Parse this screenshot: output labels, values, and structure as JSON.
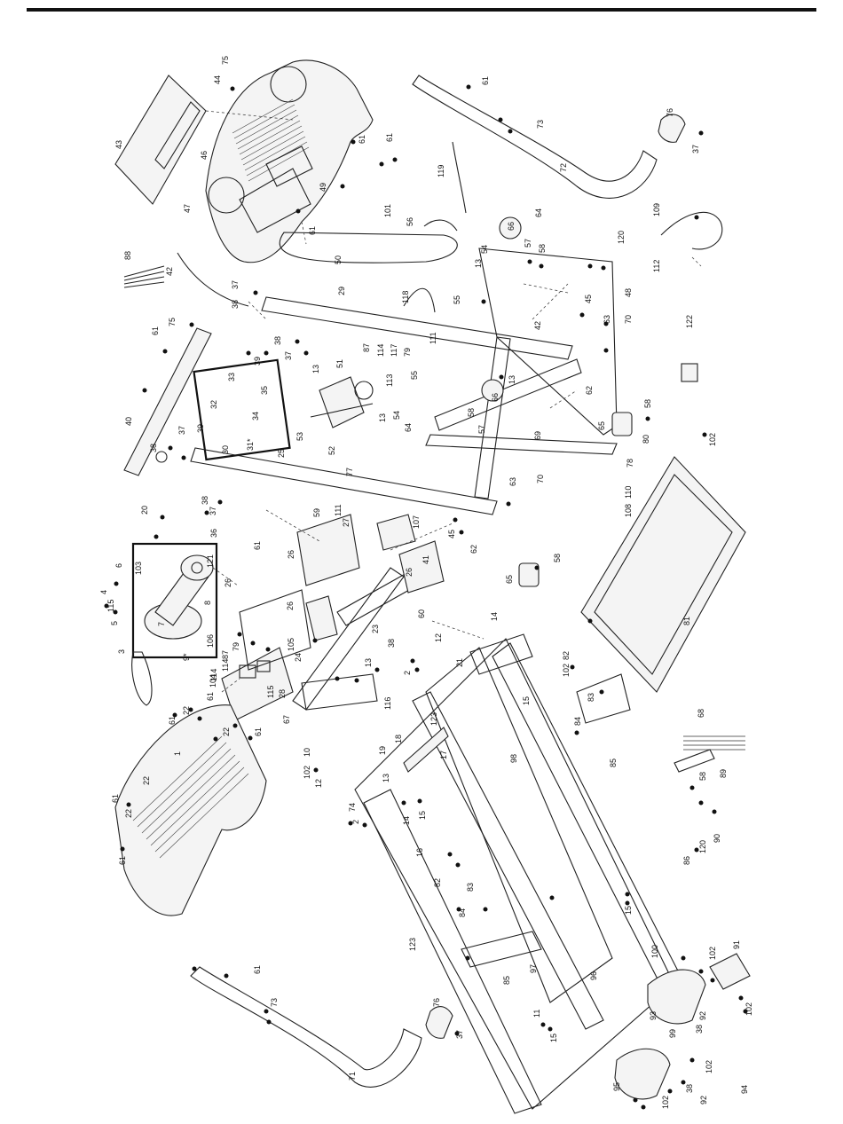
{
  "diagram": {
    "orientation": "rotated-90",
    "callouts": [
      {
        "id": "c1",
        "text": "1"
      },
      {
        "id": "c2a",
        "text": "2"
      },
      {
        "id": "c2b",
        "text": "2"
      },
      {
        "id": "c3",
        "text": "3"
      },
      {
        "id": "c4",
        "text": "4"
      },
      {
        "id": "c5",
        "text": "5"
      },
      {
        "id": "c6",
        "text": "6"
      },
      {
        "id": "c7",
        "text": "7"
      },
      {
        "id": "c8",
        "text": "8"
      },
      {
        "id": "c9",
        "text": "9*"
      },
      {
        "id": "c10",
        "text": "10"
      },
      {
        "id": "c11",
        "text": "11"
      },
      {
        "id": "c12a",
        "text": "12"
      },
      {
        "id": "c12b",
        "text": "12"
      },
      {
        "id": "c13a",
        "text": "13"
      },
      {
        "id": "c13b",
        "text": "13"
      },
      {
        "id": "c13c",
        "text": "13"
      },
      {
        "id": "c13d",
        "text": "13"
      },
      {
        "id": "c13e",
        "text": "13"
      },
      {
        "id": "c13f",
        "text": "13"
      },
      {
        "id": "c14a",
        "text": "14"
      },
      {
        "id": "c14b",
        "text": "14"
      },
      {
        "id": "c15a",
        "text": "15"
      },
      {
        "id": "c15b",
        "text": "15"
      },
      {
        "id": "c15c",
        "text": "15"
      },
      {
        "id": "c15d",
        "text": "15"
      },
      {
        "id": "c16",
        "text": "16"
      },
      {
        "id": "c17",
        "text": "17"
      },
      {
        "id": "c18",
        "text": "18"
      },
      {
        "id": "c19",
        "text": "19"
      },
      {
        "id": "c20",
        "text": "20"
      },
      {
        "id": "c21",
        "text": "21"
      },
      {
        "id": "c22a",
        "text": "22"
      },
      {
        "id": "c22b",
        "text": "22"
      },
      {
        "id": "c22c",
        "text": "22"
      },
      {
        "id": "c22d",
        "text": "22"
      },
      {
        "id": "c23",
        "text": "23"
      },
      {
        "id": "c24",
        "text": "24"
      },
      {
        "id": "c25",
        "text": "25"
      },
      {
        "id": "c26a",
        "text": "26"
      },
      {
        "id": "c26b",
        "text": "26"
      },
      {
        "id": "c26c",
        "text": "26"
      },
      {
        "id": "c26d",
        "text": "26"
      },
      {
        "id": "c27",
        "text": "27"
      },
      {
        "id": "c28",
        "text": "28"
      },
      {
        "id": "c29",
        "text": "29"
      },
      {
        "id": "c30",
        "text": "30"
      },
      {
        "id": "c31",
        "text": "31*"
      },
      {
        "id": "c32",
        "text": "32"
      },
      {
        "id": "c33",
        "text": "33"
      },
      {
        "id": "c34",
        "text": "34"
      },
      {
        "id": "c35",
        "text": "35"
      },
      {
        "id": "c36",
        "text": "36"
      },
      {
        "id": "c37a",
        "text": "37"
      },
      {
        "id": "c37b",
        "text": "37"
      },
      {
        "id": "c37c",
        "text": "37"
      },
      {
        "id": "c37d",
        "text": "37"
      },
      {
        "id": "c37e",
        "text": "37"
      },
      {
        "id": "c37f",
        "text": "37"
      },
      {
        "id": "c38a",
        "text": "38"
      },
      {
        "id": "c38b",
        "text": "38"
      },
      {
        "id": "c38c",
        "text": "38"
      },
      {
        "id": "c38d",
        "text": "38"
      },
      {
        "id": "c38e",
        "text": "38"
      },
      {
        "id": "c38f",
        "text": "38"
      },
      {
        "id": "c38g",
        "text": "38"
      },
      {
        "id": "c39a",
        "text": "39"
      },
      {
        "id": "c39b",
        "text": "39"
      },
      {
        "id": "c40",
        "text": "40"
      },
      {
        "id": "c41",
        "text": "41"
      },
      {
        "id": "c42a",
        "text": "42"
      },
      {
        "id": "c42b",
        "text": "42"
      },
      {
        "id": "c43",
        "text": "43"
      },
      {
        "id": "c44",
        "text": "44"
      },
      {
        "id": "c45a",
        "text": "45"
      },
      {
        "id": "c45b",
        "text": "45"
      },
      {
        "id": "c46",
        "text": "46"
      },
      {
        "id": "c47",
        "text": "47"
      },
      {
        "id": "c48",
        "text": "48"
      },
      {
        "id": "c49",
        "text": "49"
      },
      {
        "id": "c50",
        "text": "50"
      },
      {
        "id": "c51",
        "text": "51"
      },
      {
        "id": "c52",
        "text": "52"
      },
      {
        "id": "c53",
        "text": "53"
      },
      {
        "id": "c54a",
        "text": "54"
      },
      {
        "id": "c54b",
        "text": "54"
      },
      {
        "id": "c55a",
        "text": "55"
      },
      {
        "id": "c55b",
        "text": "55"
      },
      {
        "id": "c56",
        "text": "56"
      },
      {
        "id": "c57a",
        "text": "57"
      },
      {
        "id": "c57b",
        "text": "57"
      },
      {
        "id": "c58a",
        "text": "58"
      },
      {
        "id": "c58b",
        "text": "58"
      },
      {
        "id": "c58c",
        "text": "58"
      },
      {
        "id": "c58d",
        "text": "58"
      },
      {
        "id": "c58e",
        "text": "58"
      },
      {
        "id": "c59",
        "text": "59"
      },
      {
        "id": "c60",
        "text": "60"
      },
      {
        "id": "c61a",
        "text": "61"
      },
      {
        "id": "c61b",
        "text": "61"
      },
      {
        "id": "c61c",
        "text": "61"
      },
      {
        "id": "c61d",
        "text": "61"
      },
      {
        "id": "c61e",
        "text": "61"
      },
      {
        "id": "c61f",
        "text": "61"
      },
      {
        "id": "c61g",
        "text": "61"
      },
      {
        "id": "c61h",
        "text": "61"
      },
      {
        "id": "c61i",
        "text": "61"
      },
      {
        "id": "c61j",
        "text": "61"
      },
      {
        "id": "c61k",
        "text": "61"
      },
      {
        "id": "c61l",
        "text": "61"
      },
      {
        "id": "c62a",
        "text": "62"
      },
      {
        "id": "c62b",
        "text": "62"
      },
      {
        "id": "c63a",
        "text": "63"
      },
      {
        "id": "c63b",
        "text": "63"
      },
      {
        "id": "c64a",
        "text": "64"
      },
      {
        "id": "c64b",
        "text": "64"
      },
      {
        "id": "c65a",
        "text": "65"
      },
      {
        "id": "c65b",
        "text": "65"
      },
      {
        "id": "c66a",
        "text": "66"
      },
      {
        "id": "c66b",
        "text": "66"
      },
      {
        "id": "c67",
        "text": "67"
      },
      {
        "id": "c68",
        "text": "68"
      },
      {
        "id": "c69",
        "text": "69"
      },
      {
        "id": "c70a",
        "text": "70"
      },
      {
        "id": "c70b",
        "text": "70"
      },
      {
        "id": "c71",
        "text": "71"
      },
      {
        "id": "c72",
        "text": "72"
      },
      {
        "id": "c73a",
        "text": "73"
      },
      {
        "id": "c73b",
        "text": "73"
      },
      {
        "id": "c74",
        "text": "74"
      },
      {
        "id": "c75a",
        "text": "75"
      },
      {
        "id": "c75b",
        "text": "75"
      },
      {
        "id": "c76a",
        "text": "76"
      },
      {
        "id": "c76b",
        "text": "76"
      },
      {
        "id": "c77",
        "text": "77"
      },
      {
        "id": "c78",
        "text": "78"
      },
      {
        "id": "c79a",
        "text": "79"
      },
      {
        "id": "c79b",
        "text": "79"
      },
      {
        "id": "c80",
        "text": "80"
      },
      {
        "id": "c81",
        "text": "81"
      },
      {
        "id": "c82a",
        "text": "82"
      },
      {
        "id": "c82b",
        "text": "82"
      },
      {
        "id": "c83a",
        "text": "83"
      },
      {
        "id": "c83b",
        "text": "83"
      },
      {
        "id": "c84a",
        "text": "84"
      },
      {
        "id": "c84b",
        "text": "84"
      },
      {
        "id": "c85a",
        "text": "85"
      },
      {
        "id": "c85b",
        "text": "85"
      },
      {
        "id": "c86",
        "text": "86"
      },
      {
        "id": "c87a",
        "text": "87"
      },
      {
        "id": "c87b",
        "text": "87"
      },
      {
        "id": "c88",
        "text": "88"
      },
      {
        "id": "c89",
        "text": "89"
      },
      {
        "id": "c90",
        "text": "90"
      },
      {
        "id": "c91",
        "text": "91"
      },
      {
        "id": "c92a",
        "text": "92"
      },
      {
        "id": "c92b",
        "text": "92"
      },
      {
        "id": "c93",
        "text": "93"
      },
      {
        "id": "c94",
        "text": "94"
      },
      {
        "id": "c95",
        "text": "95"
      },
      {
        "id": "c96",
        "text": "96"
      },
      {
        "id": "c97",
        "text": "97"
      },
      {
        "id": "c98",
        "text": "98"
      },
      {
        "id": "c99",
        "text": "99"
      },
      {
        "id": "c100",
        "text": "100"
      },
      {
        "id": "c101",
        "text": "101"
      },
      {
        "id": "c102a",
        "text": "102"
      },
      {
        "id": "c102b",
        "text": "102"
      },
      {
        "id": "c102c",
        "text": "102"
      },
      {
        "id": "c102d",
        "text": "102"
      },
      {
        "id": "c102e",
        "text": "102"
      },
      {
        "id": "c102f",
        "text": "102"
      },
      {
        "id": "c102g",
        "text": "102"
      },
      {
        "id": "c103",
        "text": "103"
      },
      {
        "id": "c104",
        "text": "104"
      },
      {
        "id": "c105",
        "text": "105"
      },
      {
        "id": "c106",
        "text": "106"
      },
      {
        "id": "c107",
        "text": "107"
      },
      {
        "id": "c108",
        "text": "108"
      },
      {
        "id": "c109",
        "text": "109"
      },
      {
        "id": "c110",
        "text": "110"
      },
      {
        "id": "c111a",
        "text": "111"
      },
      {
        "id": "c111b",
        "text": "111"
      },
      {
        "id": "c112",
        "text": "112"
      },
      {
        "id": "c113",
        "text": "113"
      },
      {
        "id": "c114a",
        "text": "114"
      },
      {
        "id": "c114b",
        "text": "114"
      },
      {
        "id": "c114c",
        "text": "114"
      },
      {
        "id": "c115a",
        "text": "115"
      },
      {
        "id": "c115b",
        "text": "115"
      },
      {
        "id": "c116",
        "text": "116"
      },
      {
        "id": "c117",
        "text": "117"
      },
      {
        "id": "c118",
        "text": "118"
      },
      {
        "id": "c119",
        "text": "119"
      },
      {
        "id": "c120a",
        "text": "120"
      },
      {
        "id": "c120b",
        "text": "120"
      },
      {
        "id": "c121",
        "text": "121"
      },
      {
        "id": "c122",
        "text": "122"
      },
      {
        "id": "c123a",
        "text": "123"
      },
      {
        "id": "c123b",
        "text": "123"
      }
    ]
  }
}
